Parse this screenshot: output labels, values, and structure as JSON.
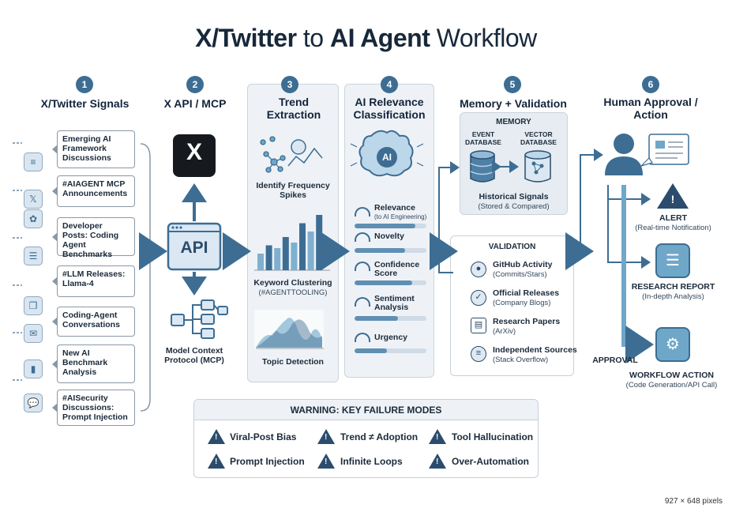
{
  "title": {
    "bold": "X/Twitter",
    "middle": "to",
    "bold2": "AI Agent",
    "end": "Workflow"
  },
  "steps": [
    {
      "num": "1",
      "label": "X/Twitter Signals"
    },
    {
      "num": "2",
      "label": "X API / MCP"
    },
    {
      "num": "3",
      "label": "Trend Extraction"
    },
    {
      "num": "4",
      "label": "AI Relevance Classification"
    },
    {
      "num": "5",
      "label": "Memory + Validation"
    },
    {
      "num": "6",
      "label": "Human Approval / Action"
    }
  ],
  "signals": [
    "Emerging AI Framework Discussions",
    "#AIAGENT MCP Announcements",
    "Developer Posts: Coding Agent Benchmarks",
    "#LLM Releases: Llama-4",
    "Coding-Agent Conversations",
    "New AI Benchmark Analysis",
    "#AISecurity Discussions: Prompt Injection"
  ],
  "api": {
    "x_logo": "X",
    "api_label": "API",
    "mcp_label": "Model Context Protocol (MCP)"
  },
  "trend": {
    "spikes": "Identify Frequency Spikes",
    "clustering": "Keyword Clustering",
    "clustering_sub": "(#AGENTTOOLING)",
    "topic": "Topic Detection",
    "bar_values": [
      0.3,
      0.45,
      0.4,
      0.6,
      0.5,
      0.85,
      0.7,
      1.0
    ]
  },
  "relevance": {
    "brain_label": "AI",
    "items": [
      {
        "label": "Relevance",
        "sub": "(to AI Engineering)",
        "value": 0.85
      },
      {
        "label": "Novelty",
        "sub": "",
        "value": 0.7
      },
      {
        "label": "Confidence Score",
        "sub": "",
        "value": 0.8
      },
      {
        "label": "Sentiment Analysis",
        "sub": "",
        "value": 0.6
      },
      {
        "label": "Urgency",
        "sub": "",
        "value": 0.45
      }
    ]
  },
  "memory": {
    "header": "MEMORY",
    "event_db": "EVENT DATABASE",
    "vector_db": "VECTOR DATABASE",
    "historical": "Historical Signals",
    "historical_sub": "(Stored & Compared)"
  },
  "validation": {
    "header": "VALIDATION",
    "items": [
      {
        "icon": "github-icon",
        "label": "GitHub Activity",
        "sub": "(Commits/Stars)"
      },
      {
        "icon": "check-badge-icon",
        "label": "Official Releases",
        "sub": "(Company Blogs)"
      },
      {
        "icon": "paper-icon",
        "label": "Research Papers",
        "sub": "(ArXiv)"
      },
      {
        "icon": "stack-icon",
        "label": "Independent Sources",
        "sub": "(Stack Overflow)"
      }
    ]
  },
  "outputs": {
    "alert": "ALERT",
    "alert_sub": "(Real-time Notification)",
    "report": "RESEARCH REPORT",
    "report_sub": "(In-depth Analysis)",
    "approval": "APPROVAL",
    "action": "WORKFLOW ACTION",
    "action_sub": "(Code Generation/API Call)"
  },
  "warnings": {
    "header": "WARNING: KEY FAILURE MODES",
    "items": [
      "Viral-Post Bias",
      "Trend ≠ Adoption",
      "Tool Hallucination",
      "Prompt Injection",
      "Infinite Loops",
      "Over-Automation"
    ]
  },
  "dimension_note": "927 × 648 pixels",
  "colors": {
    "primary": "#3d6d93",
    "dark": "#13243a",
    "panel": "#eef2f6",
    "accent": "#6fa7c9"
  }
}
